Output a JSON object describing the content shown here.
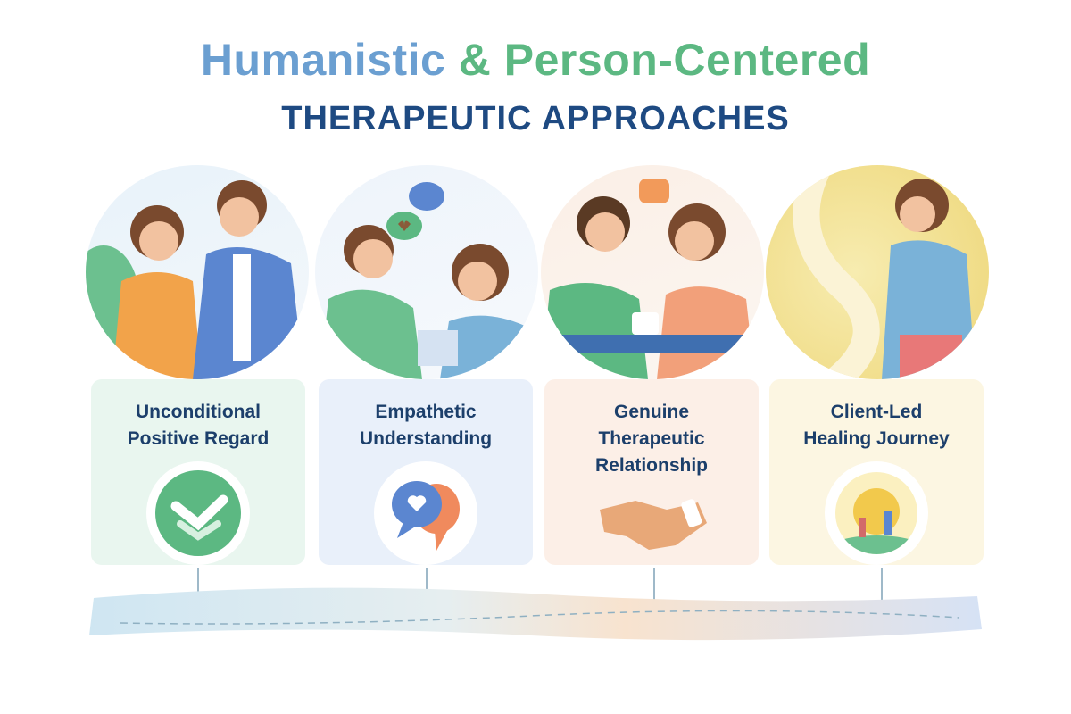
{
  "title": {
    "line1_part1": "Humanistic",
    "line1_part2": "& Person-Centered",
    "line2": "THERAPEUTIC APPROACHES"
  },
  "cards": [
    {
      "label": "Unconditional Positive Regard",
      "icon": "check-icon",
      "color": "#5cb882"
    },
    {
      "label": "Empathetic Understanding",
      "icon": "speech-bubbles-heart-icon",
      "color": "#5b86d0"
    },
    {
      "label": "Genuine Therapeutic Relationship",
      "icon": "handshake-icon",
      "color": "#e89a6a"
    },
    {
      "label": "Client-Led Healing Journey",
      "icon": "sunrise-path-icon",
      "color": "#e9c84a"
    }
  ]
}
